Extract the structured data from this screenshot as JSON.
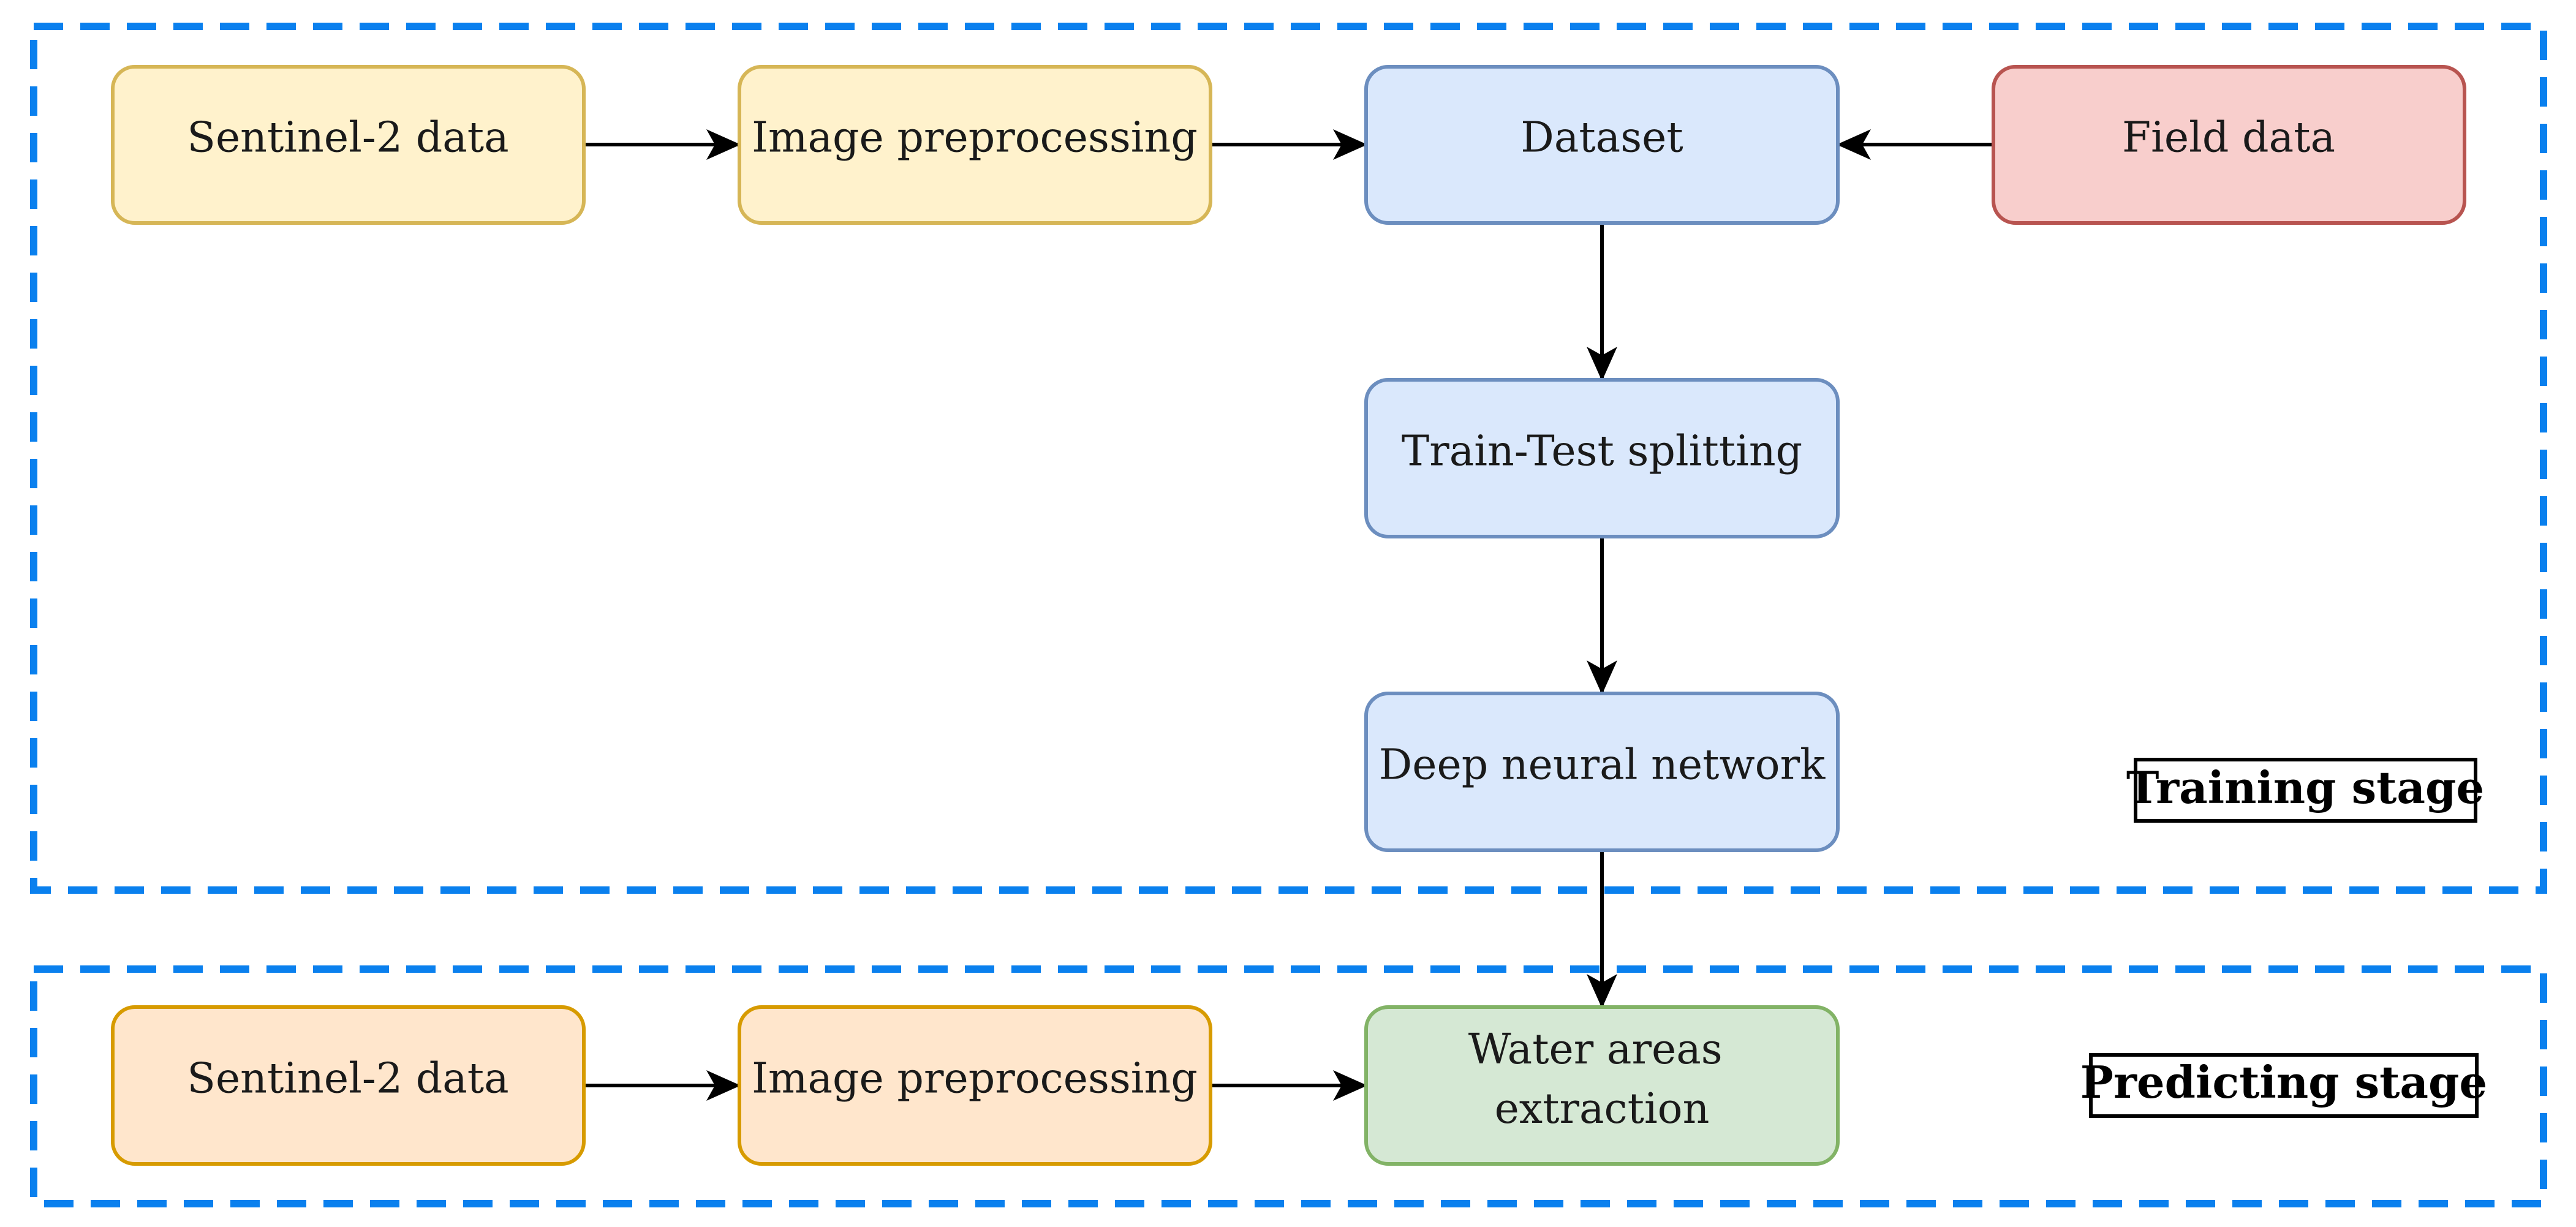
{
  "colors": {
    "frame": "#0a80ee",
    "arrow": "#000000",
    "yellow_fill": "#fff2cc",
    "yellow_stroke": "#d6b656",
    "blue_fill": "#dae8fc",
    "blue_stroke": "#6c8ebf",
    "red_fill": "#f8cecc",
    "red_stroke": "#b85450",
    "orange_fill": "#ffe6cc",
    "orange_stroke": "#d79b00",
    "green_fill": "#d5e8d4",
    "green_stroke": "#82b366"
  },
  "training": {
    "stage_label": "Training stage",
    "sentinel": "Sentinel-2 data",
    "preprocessing": "Image preprocessing",
    "dataset": "Dataset",
    "field_data": "Field data",
    "split": "Train-Test splitting",
    "dnn": "Deep neural network"
  },
  "predicting": {
    "stage_label": "Predicting stage",
    "sentinel": "Sentinel-2 data",
    "preprocessing": "Image preprocessing",
    "extraction_line1": "Water areas",
    "extraction_line2": "extraction"
  }
}
